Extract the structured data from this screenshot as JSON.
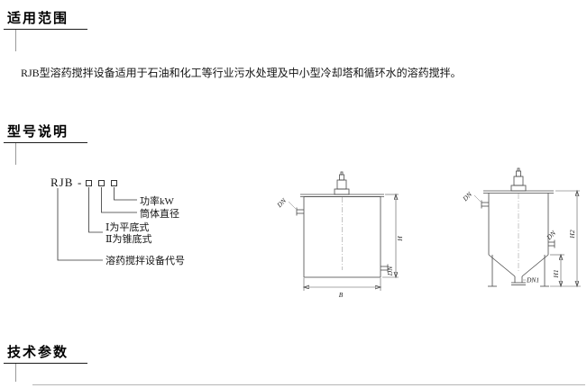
{
  "page": {
    "background": "#ffffff",
    "line_color": "#4a4a4a"
  },
  "sections": {
    "scope": {
      "heading": "适用范围",
      "body": "RJB型溶药搅拌设备适用于石油和化工等行业污水处理及中小型冷却塔和循环水的溶药搅拌。"
    },
    "model": {
      "heading": "型号说明",
      "code_prefix": "RJB",
      "code_dash": "-",
      "callouts": {
        "power": "功率kW",
        "diameter": "筒体直径",
        "flat_type": "Ⅰ为平底式",
        "cone_type": "Ⅱ为锥底式",
        "device_code": "溶药搅拌设备代号"
      }
    },
    "params": {
      "heading": "技术参数"
    }
  },
  "drawings": {
    "flat_tank": {
      "dim_width": "B",
      "dim_height": "H",
      "nozzle_top_left": "DN",
      "nozzle_bottom_right": "DN"
    },
    "cone_tank": {
      "dim_h1": "H1",
      "dim_h2": "H2",
      "nozzle_top_left": "DN",
      "nozzle_side_right": "DN",
      "outlet": "DN1"
    }
  }
}
